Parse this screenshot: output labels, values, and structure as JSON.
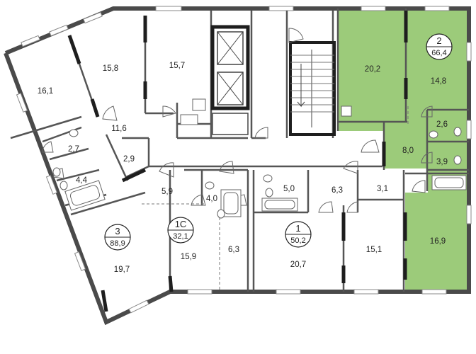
{
  "apartments": [
    {
      "id": "apt-3",
      "number": "3",
      "total_area": "88,9"
    },
    {
      "id": "apt-1c",
      "number": "1С",
      "total_area": "32,1"
    },
    {
      "id": "apt-1",
      "number": "1",
      "total_area": "50,2"
    },
    {
      "id": "apt-2",
      "number": "2",
      "total_area": "66,4",
      "highlighted": true
    }
  ],
  "rooms": [
    {
      "id": "room-16-1",
      "area": "16,1"
    },
    {
      "id": "room-15-8",
      "area": "15,8"
    },
    {
      "id": "room-15-7",
      "area": "15,7"
    },
    {
      "id": "room-11-6",
      "area": "11,6"
    },
    {
      "id": "room-2-7",
      "area": "2,7"
    },
    {
      "id": "room-2-9",
      "area": "2,9"
    },
    {
      "id": "room-4-4",
      "area": "4,4"
    },
    {
      "id": "room-19-7",
      "area": "19,7"
    },
    {
      "id": "room-5-9",
      "area": "5,9"
    },
    {
      "id": "room-4-0",
      "area": "4,0"
    },
    {
      "id": "room-15-9",
      "area": "15,9"
    },
    {
      "id": "room-6-3a",
      "area": "6,3"
    },
    {
      "id": "room-5-0",
      "area": "5,0"
    },
    {
      "id": "room-6-3b",
      "area": "6,3"
    },
    {
      "id": "room-3-1",
      "area": "3,1"
    },
    {
      "id": "room-20-7",
      "area": "20,7"
    },
    {
      "id": "room-15-1",
      "area": "15,1"
    },
    {
      "id": "room-20-2",
      "area": "20,2"
    },
    {
      "id": "room-14-8",
      "area": "14,8"
    },
    {
      "id": "room-2-6",
      "area": "2,6"
    },
    {
      "id": "room-8-0",
      "area": "8,0"
    },
    {
      "id": "room-3-9",
      "area": "3,9"
    },
    {
      "id": "room-16-9",
      "area": "16,9"
    }
  ],
  "colors": {
    "highlight": "#9ccb7a",
    "wall": "#4a4a4a",
    "background": "#ffffff"
  }
}
